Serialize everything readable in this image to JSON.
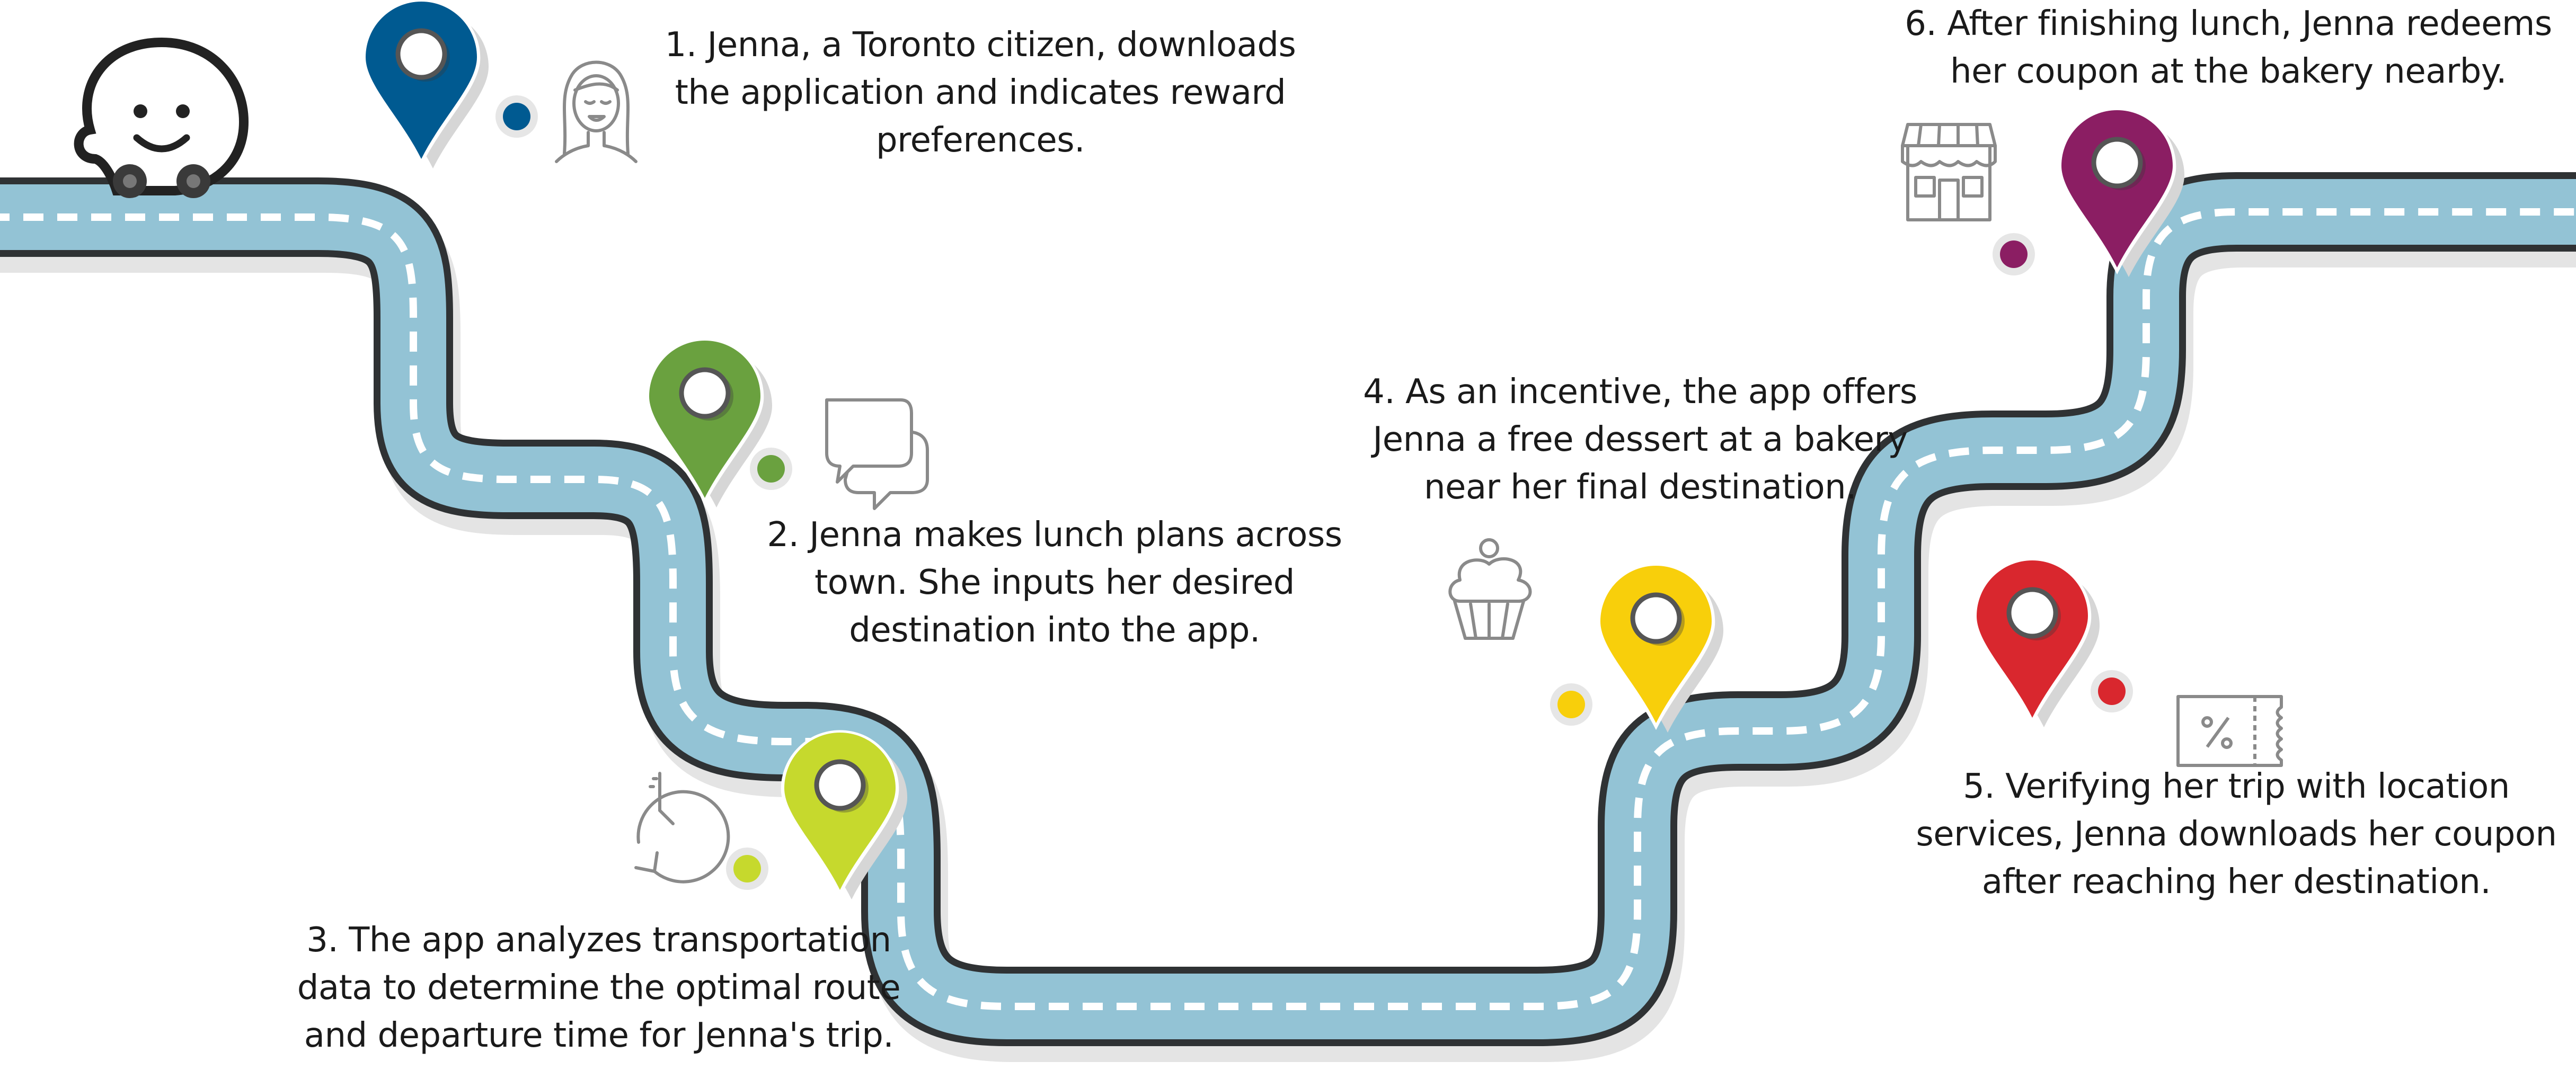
{
  "colors": {
    "road_outer": "#2f3234",
    "road_fill": "#93c3d5",
    "road_dash": "#ffffff",
    "road_shadow": "#e4e4e4",
    "icon_line": "#8a8a8a",
    "waze_face": "#ffffff",
    "waze_outline": "#222222"
  },
  "icons": {
    "app_logo": "waze-car-icon",
    "step1": "woman-avatar-icon",
    "step2": "chat-bubbles-icon",
    "step3": "clock-icon",
    "step4": "cupcake-icon",
    "step5": "coupon-ticket-icon",
    "step6": "storefront-icon"
  },
  "steps": [
    {
      "id": 1,
      "pin_color": "#005a91",
      "lines": [
        "1. Jenna, a Toronto citizen, downloads",
        "the application and indicates reward",
        "preferences."
      ]
    },
    {
      "id": 2,
      "pin_color": "#6aa13f",
      "lines": [
        "2. Jenna makes lunch plans across",
        "town. She inputs her desired",
        "destination into the app."
      ]
    },
    {
      "id": 3,
      "pin_color": "#c6d92d",
      "lines": [
        "3. The app analyzes transportation",
        "data to determine the optimal route",
        "and departure time for Jenna's trip."
      ]
    },
    {
      "id": 4,
      "pin_color": "#f8cf0b",
      "lines": [
        "4. As an incentive, the app offers",
        "Jenna a free dessert at a bakery",
        "near her final destination."
      ]
    },
    {
      "id": 5,
      "pin_color": "#d9272e",
      "lines": [
        "5. Verifying her trip with location",
        "services, Jenna downloads her coupon",
        "after reaching her destination."
      ]
    },
    {
      "id": 6,
      "pin_color": "#8b1e63",
      "lines": [
        "6. After finishing lunch, Jenna redeems",
        "her coupon at the bakery nearby."
      ]
    }
  ]
}
